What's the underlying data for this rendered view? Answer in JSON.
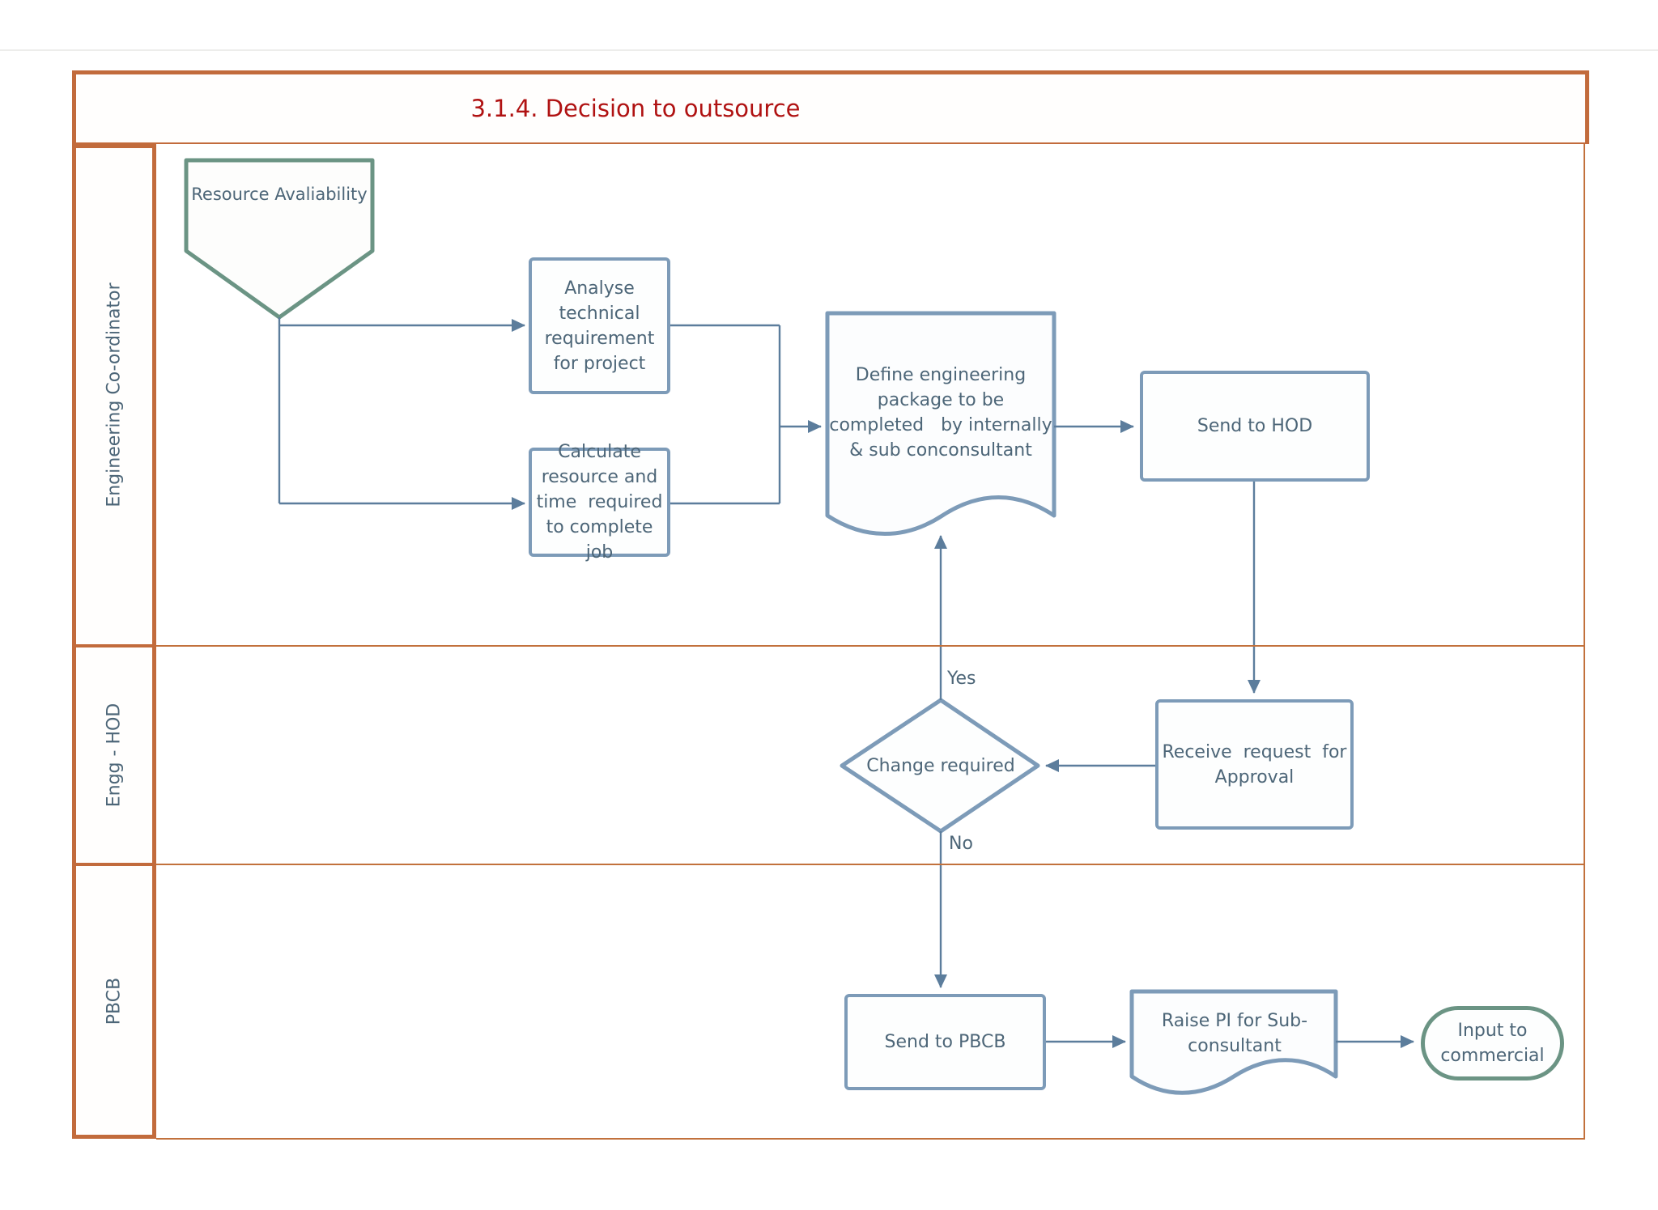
{
  "title": {
    "text": "3.1.4. Decision to outsource"
  },
  "lanes": {
    "engineering_coordinator": "Engineering Co-ordinator",
    "engg_hod": "Engg - HOD",
    "pbcb": "PBCB"
  },
  "nodes": {
    "resource_availability": "Resource Avaliability",
    "analyse_technical": "Analyse\ntechnical\nrequirement\nfor project",
    "calculate_resource": "Calculate\nresource and\ntime  required\nto complete\njob",
    "define_package": "Define engineering\npackage to be\ncompleted   by internally\n& sub conconsultant",
    "send_to_hod": "Send to HOD",
    "receive_request": "Receive  request  for\nApproval",
    "change_required": "Change required",
    "send_to_pbcb": "Send to PBCB",
    "raise_pi": "Raise PI for Sub-\nconsultant",
    "input_to_commercial": "Input to\ncommercial"
  },
  "edge_labels": {
    "yes": "Yes",
    "no": "No"
  },
  "colors": {
    "frame_orange": "#c26b3c",
    "node_border_blue": "#7d9bb8",
    "connector_blue": "#5c7d9c",
    "terminator_green": "#6b9484",
    "node_text": "#4d6678",
    "title_red": "#b01212"
  }
}
